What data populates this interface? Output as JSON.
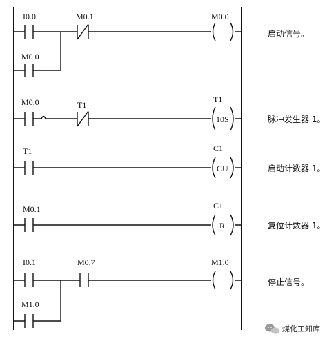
{
  "rungs": [
    {
      "contacts": [
        {
          "label": "I0.0",
          "kind": "NO"
        },
        {
          "label": "M0.1",
          "kind": "NC"
        }
      ],
      "branch": {
        "label": "M0.0",
        "kind": "NO"
      },
      "coil": {
        "top": "M0.0",
        "inner": ""
      },
      "comment": "启动信号。"
    },
    {
      "contacts": [
        {
          "label": "M0.0",
          "kind": "NO"
        },
        {
          "label": "T1",
          "kind": "NC"
        }
      ],
      "coil": {
        "top": "T1",
        "inner": "10S"
      },
      "comment": "脉冲发生器 1。"
    },
    {
      "contacts": [
        {
          "label": "T1",
          "kind": "NO"
        }
      ],
      "coil": {
        "top": "C1",
        "inner": "CU"
      },
      "comment": "启动计数器 1。"
    },
    {
      "contacts": [
        {
          "label": "M0.1",
          "kind": "NO"
        }
      ],
      "coil": {
        "top": "C1",
        "inner": "R"
      },
      "comment": "复位计数器 1。"
    },
    {
      "contacts": [
        {
          "label": "I0.1",
          "kind": "NO"
        },
        {
          "label": "M0.7",
          "kind": "NO"
        }
      ],
      "branch": {
        "label": "M1.0",
        "kind": "NO"
      },
      "coil": {
        "top": "M1.0",
        "inner": ""
      },
      "comment": "停止信号。"
    }
  ],
  "watermark": {
    "text": "煤化工知库",
    "icon": "wechat-icon"
  }
}
